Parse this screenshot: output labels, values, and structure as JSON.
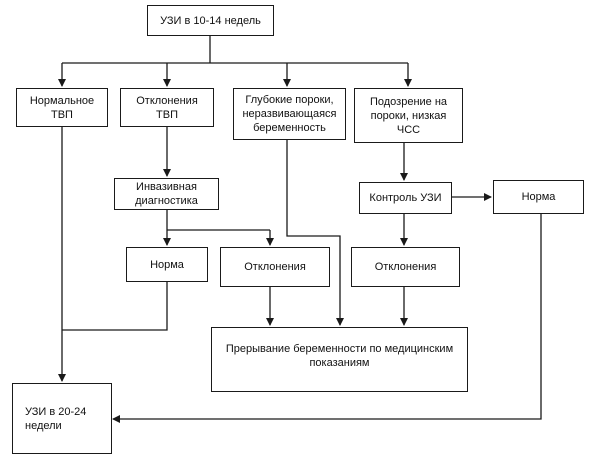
{
  "diagram": {
    "nodes": {
      "start": "УЗИ в 10-14 недель",
      "normal_tvp": "Нормальное\nТВП",
      "tvp_deviation": "Отклонения ТВП",
      "deep_defects": "Глубокие пороки,\nнеразвивающаяся\nбеременность",
      "suspected_defects": "Подозрение на\nпороки, низкая\nЧСС",
      "invasive": "Инвазивная\nдиагностика",
      "ultrasound_control": "Контроль УЗИ",
      "norm_right": "Норма",
      "norm_mid": "Норма",
      "deviation_mid": "Отклонения",
      "deviation_right": "Отклонения",
      "termination": "Прерывание беременности по медицинским\nпоказаниям",
      "us_20_24": "УЗИ в 20-24\nнедели"
    },
    "colors": {
      "stroke": "#1a1a1a",
      "text": "#111111",
      "background": "#ffffff"
    }
  }
}
